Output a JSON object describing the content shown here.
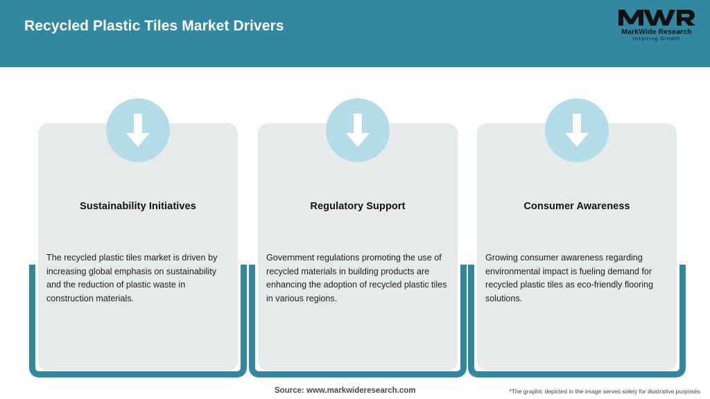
{
  "header": {
    "title": "Recycled Plastic Tiles Market Drivers",
    "background_color": "#3288a1",
    "title_color": "#ffffff"
  },
  "logo": {
    "mark": "MWR",
    "name": "MarkWide Research",
    "tagline": "Inspiring Growth",
    "icon": "mwr-logo-icon"
  },
  "cards": [
    {
      "icon": "down-arrow-icon",
      "heading": "Sustainability Initiatives",
      "body": "The recycled plastic tiles market is driven by increasing global emphasis on sustainability and the reduction of plastic waste in construction materials."
    },
    {
      "icon": "down-arrow-icon",
      "heading": "Regulatory Support",
      "body": "Government regulations promoting the use of recycled materials in building products are enhancing the adoption of recycled plastic tiles in various regions."
    },
    {
      "icon": "down-arrow-icon",
      "heading": "Consumer Awareness",
      "body": "Growing consumer awareness regarding environmental impact is fueling demand for recycled plastic tiles as eco-friendly flooring solutions."
    }
  ],
  "footer": {
    "source": "Source: www.markwideresearch.com",
    "disclaimer": "*The graphic depicted in the image serves solely for illustrative purposes"
  },
  "colors": {
    "teal": "#3288a1",
    "panel_gray": "#e7eaeb",
    "icon_circle": "#b3dbe8",
    "page_background": "#ffffff"
  }
}
